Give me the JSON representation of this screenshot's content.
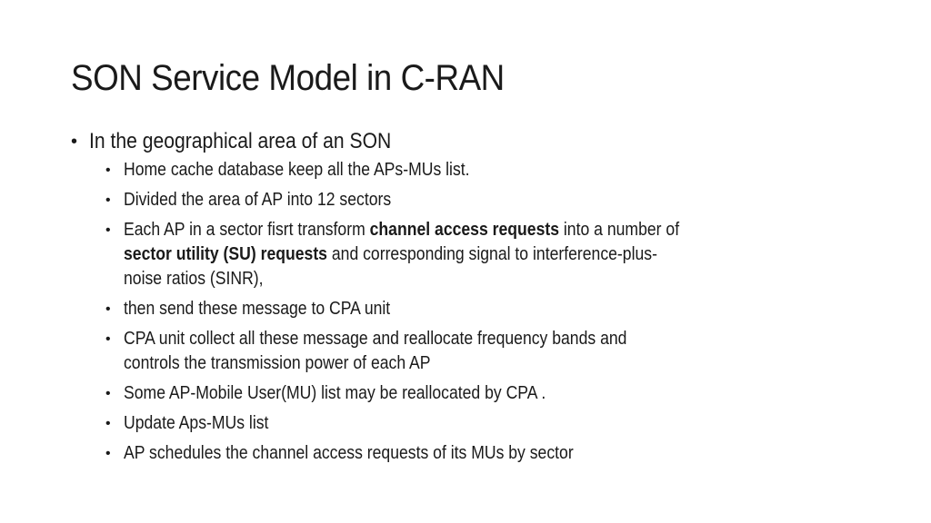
{
  "slide": {
    "title": "SON Service Model in C-RAN",
    "bullet_glyph": "•",
    "level1": {
      "text": "In the geographical area of an SON"
    },
    "level2": [
      {
        "lines": [
          [
            {
              "text": "Home cache database keep all the APs-MUs list.",
              "bold": false
            }
          ]
        ]
      },
      {
        "lines": [
          [
            {
              "text": "Divided the area of AP into 12 sectors",
              "bold": false
            }
          ]
        ]
      },
      {
        "lines": [
          [
            {
              "text": "Each AP in a sector fisrt transform ",
              "bold": false
            },
            {
              "text": "channel access requests",
              "bold": true
            },
            {
              "text": " into a number of",
              "bold": false
            }
          ],
          [
            {
              "text": "sector utility (SU) requests",
              "bold": true
            },
            {
              "text": " and corresponding signal to interference-plus-",
              "bold": false
            }
          ],
          [
            {
              "text": "noise ratios (SINR),",
              "bold": false
            }
          ]
        ]
      },
      {
        "lines": [
          [
            {
              "text": "then send these message to CPA unit",
              "bold": false
            }
          ]
        ]
      },
      {
        "lines": [
          [
            {
              "text": "CPA unit collect all these message and reallocate frequency bands and",
              "bold": false
            }
          ],
          [
            {
              "text": "controls the transmission power of each AP",
              "bold": false
            }
          ]
        ]
      },
      {
        "lines": [
          [
            {
              "text": "Some AP-Mobile User(MU) list may be reallocated by CPA .",
              "bold": false
            }
          ]
        ]
      },
      {
        "lines": [
          [
            {
              "text": "Update Aps-MUs list",
              "bold": false
            }
          ]
        ]
      },
      {
        "lines": [
          [
            {
              "text": "AP schedules the channel access requests of its MUs by sector",
              "bold": false
            }
          ]
        ]
      }
    ]
  }
}
